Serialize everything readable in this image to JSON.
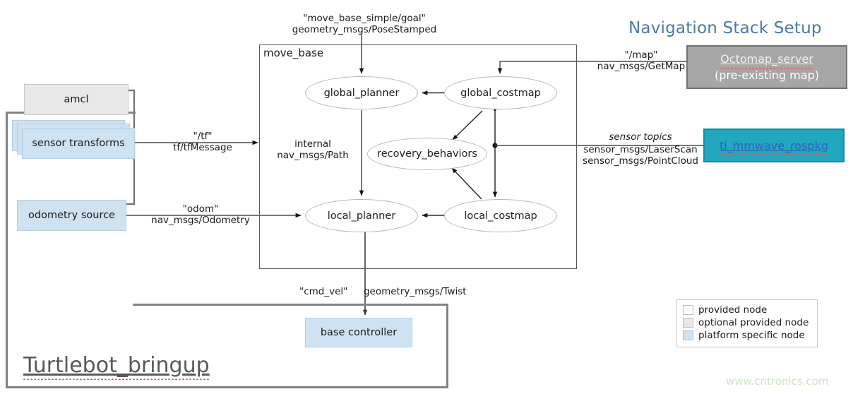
{
  "headline": "Navigation Stack Setup",
  "watermark": "www.cntronics.com",
  "containers": {
    "move_base": {
      "title": "move_base"
    },
    "turtlebot_bringup": {
      "caption": "Turtlebot_bringup"
    }
  },
  "nodes": {
    "amcl": "amcl",
    "sensor_transforms": "sensor transforms",
    "odometry_source": "odometry source",
    "base_controller": "base controller",
    "global_planner": "global_planner",
    "global_costmap": "global_costmap",
    "recovery_behaviors": "recovery_behaviors",
    "local_planner": "local_planner",
    "local_costmap": "local_costmap",
    "octomap_server": {
      "name": "Octomap_server",
      "subtitle": "(pre-existing  map)"
    },
    "mmwave": {
      "name": "ti_mmwave_rospkg"
    }
  },
  "topics": {
    "goal": {
      "name": "\"move_base_simple/goal\"",
      "type": "geometry_msgs/PoseStamped"
    },
    "tf": {
      "name": "\"/tf\"",
      "type": "tf/tfMessage"
    },
    "odom": {
      "name": "\"odom\"",
      "type": "nav_msgs/Odometry"
    },
    "internal": {
      "name": "internal",
      "type": "nav_msgs/Path"
    },
    "map": {
      "name": "\"/map\"",
      "type": "nav_msgs/GetMap"
    },
    "sensor": {
      "name": "sensor topics",
      "type1": "sensor_msgs/LaserScan",
      "type2": "sensor_msgs/PointCloud"
    },
    "cmd_vel": {
      "name": "\"cmd_vel\"",
      "type": "geometry_msgs/Twist"
    }
  },
  "legend": {
    "items": [
      {
        "label": "provided node",
        "color": "#ffffff"
      },
      {
        "label": "optional provided node",
        "color": "#e8e8e8"
      },
      {
        "label": "platform specific node",
        "color": "#cfe2f2"
      }
    ]
  },
  "colors": {
    "headline": "#4a79a8",
    "octomap_bg": "#a6a6a6",
    "mmwave_bg": "#21a7bf",
    "platform_node": "#cfe2f2",
    "optional_node": "#e8e8e8",
    "watermark": "#cde3c2"
  },
  "graph_edges": [
    {
      "from": "external-goal",
      "to": "global_planner",
      "topic": "goal"
    },
    {
      "from": "global_costmap",
      "to": "global_planner",
      "topic": "internal"
    },
    {
      "from": "global_costmap",
      "to": "recovery_behaviors",
      "topic": ""
    },
    {
      "from": "global_planner",
      "to": "local_planner",
      "topic": "internal"
    },
    {
      "from": "local_costmap",
      "to": "local_planner",
      "topic": ""
    },
    {
      "from": "local_costmap",
      "to": "recovery_behaviors",
      "topic": ""
    },
    {
      "from": "global_costmap",
      "to": "local_costmap",
      "topic": "bidirectional"
    },
    {
      "from": "sensor_transforms",
      "to": "move_base",
      "topic": "tf"
    },
    {
      "from": "odometry_source",
      "to": "local_planner",
      "topic": "odom"
    },
    {
      "from": "octomap_server",
      "to": "global_costmap",
      "topic": "map"
    },
    {
      "from": "mmwave",
      "to": "costmaps",
      "topic": "sensor"
    },
    {
      "from": "local_planner",
      "to": "base_controller",
      "topic": "cmd_vel"
    }
  ]
}
